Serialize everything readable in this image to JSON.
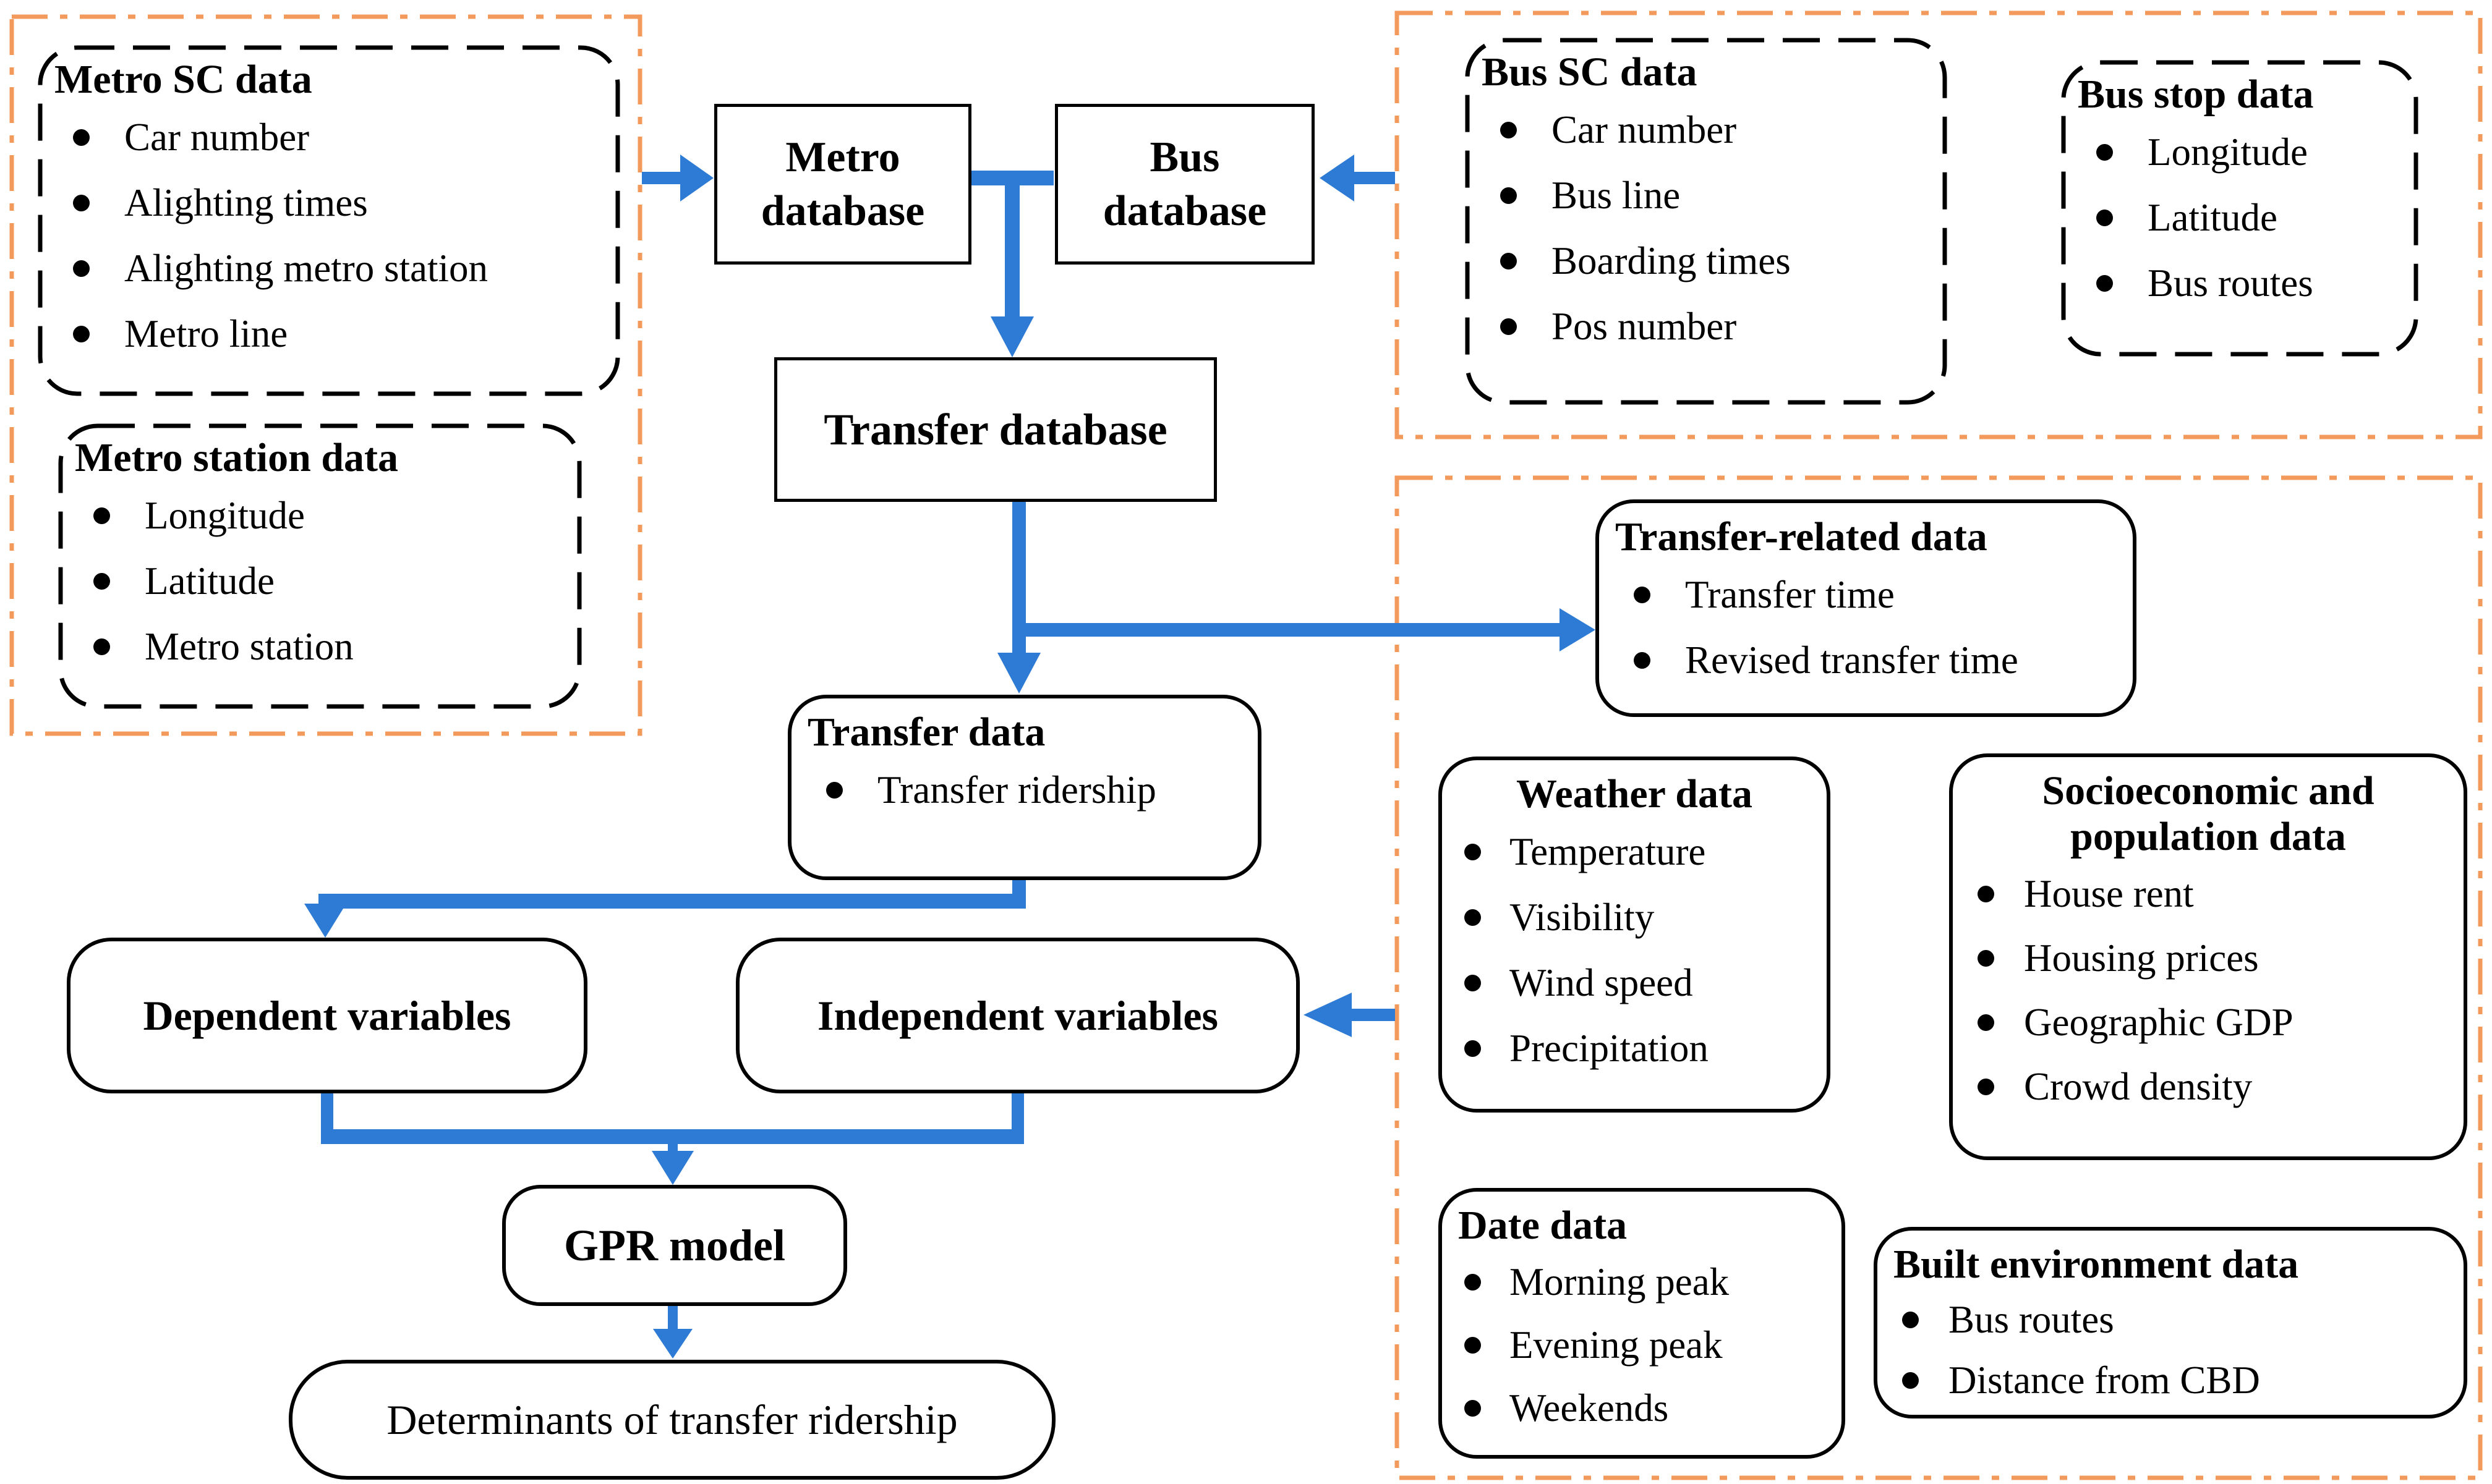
{
  "colors": {
    "accent_blue": "#2E7BD6",
    "container_orange": "#F19A5B",
    "line_black": "#000000"
  },
  "nodes": {
    "metro_sc": {
      "title": "Metro SC data",
      "items": [
        "Car number",
        "Alighting times",
        "Alighting metro station",
        "Metro line"
      ]
    },
    "metro_station": {
      "title": "Metro station data",
      "items": [
        "Longitude",
        "Latitude",
        "Metro station"
      ]
    },
    "bus_sc": {
      "title": "Bus SC data",
      "items": [
        "Car number",
        "Bus line",
        "Boarding times",
        "Pos number"
      ]
    },
    "bus_stop": {
      "title": "Bus stop data",
      "items": [
        "Longitude",
        "Latitude",
        "Bus routes"
      ]
    },
    "metro_database": {
      "title_line1": "Metro",
      "title_line2": "database"
    },
    "bus_database": {
      "title_line1": "Bus",
      "title_line2": "database"
    },
    "transfer_database": {
      "title": "Transfer database"
    },
    "transfer_data": {
      "title": "Transfer data",
      "items": [
        "Transfer ridership"
      ]
    },
    "transfer_related": {
      "title": "Transfer-related data",
      "items": [
        "Transfer time",
        "Revised transfer time"
      ]
    },
    "weather": {
      "title": "Weather data",
      "items": [
        "Temperature",
        "Visibility",
        "Wind speed",
        "Precipitation"
      ]
    },
    "socioeconomic": {
      "title_line1": "Socioeconomic and",
      "title_line2": "population data",
      "items": [
        "House rent",
        "Housing prices",
        "Geographic GDP",
        "Crowd density"
      ]
    },
    "date": {
      "title": "Date data",
      "items": [
        "Morning peak",
        "Evening peak",
        "Weekends"
      ]
    },
    "built_environment": {
      "title": "Built environment data",
      "items": [
        "Bus routes",
        "Distance from CBD"
      ]
    },
    "dependent": {
      "title": "Dependent variables"
    },
    "independent": {
      "title": "Independent variables"
    },
    "gpr": {
      "title": "GPR model"
    },
    "determinants": {
      "title": "Determinants of transfer ridership"
    }
  }
}
